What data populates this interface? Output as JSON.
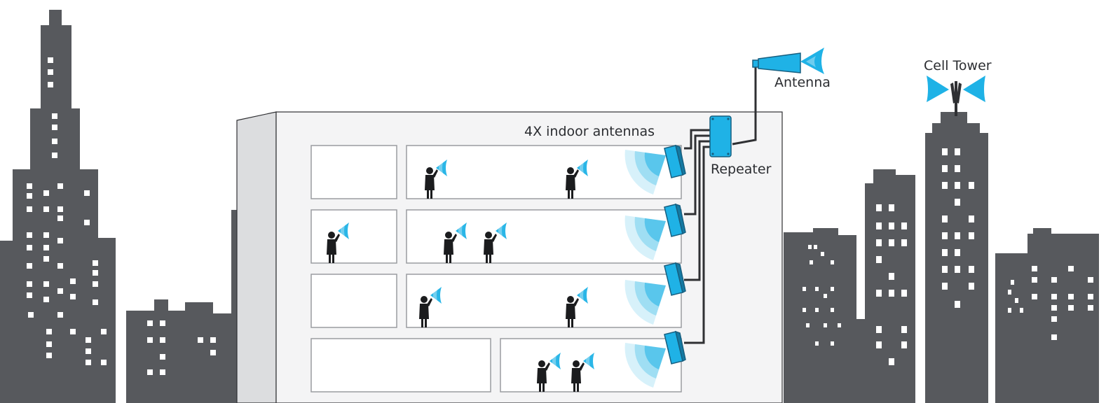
{
  "labels": {
    "antenna": "Antenna",
    "cell_tower": "Cell Tower",
    "indoor_antennas": "4X indoor antennas",
    "repeater": "Repeater"
  },
  "colors": {
    "skyline": "#57595d",
    "equipment": "#1fb2e6",
    "building_wall": "#f4f4f5",
    "building_side": "#dcdddf"
  },
  "icons": [
    "outdoor-antenna-icon",
    "cell-tower-icon",
    "repeater-icon",
    "indoor-antenna-icon",
    "signal-wave-icon",
    "person-icon"
  ]
}
